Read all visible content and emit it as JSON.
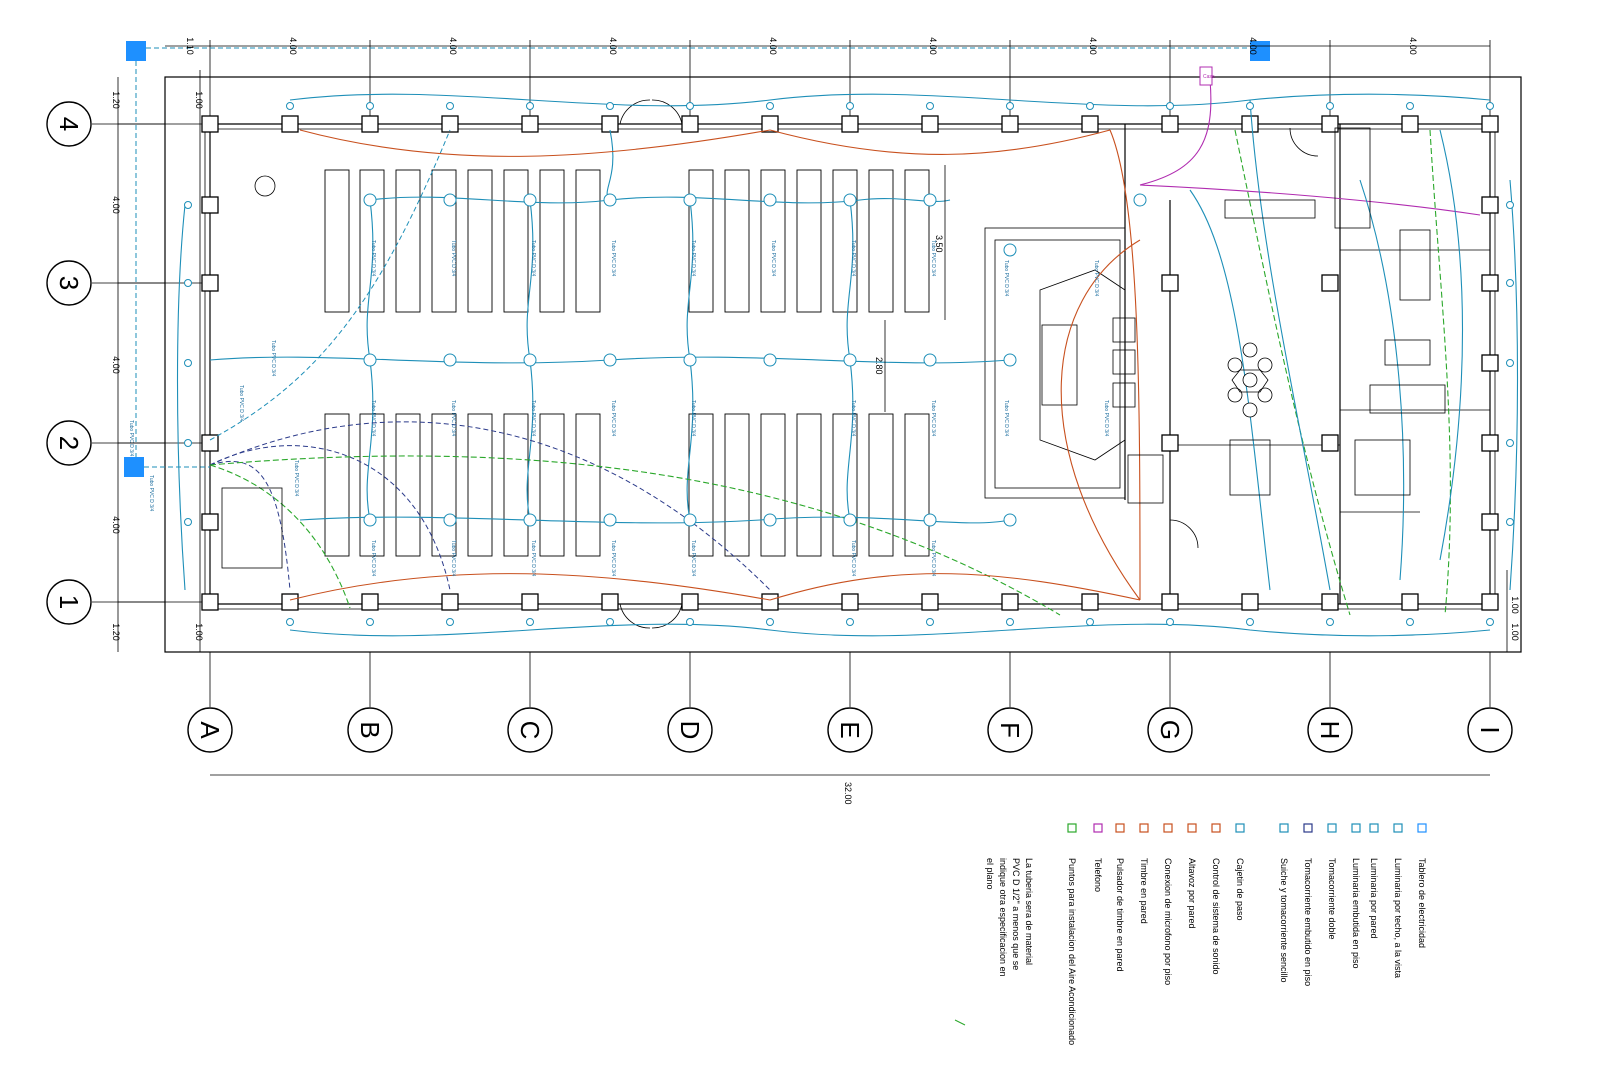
{
  "colors": {
    "cyan": "#1e8fb8",
    "navy": "#2b3a8a",
    "red": "#c8501e",
    "green": "#2ba82b",
    "magenta": "#b02cb0",
    "panel": "#1e90ff"
  },
  "axes_letters": [
    {
      "label": "A"
    },
    {
      "label": "B"
    },
    {
      "label": "C"
    },
    {
      "label": "D"
    },
    {
      "label": "E"
    },
    {
      "label": "F"
    },
    {
      "label": "G"
    },
    {
      "label": "H"
    },
    {
      "label": "I"
    }
  ],
  "axes_numbers": [
    {
      "label": "4"
    },
    {
      "label": "3"
    },
    {
      "label": "2"
    },
    {
      "label": "1"
    }
  ],
  "dims_top": [
    "1.10",
    "4.00",
    "4.00",
    "4.00",
    "4.00",
    "4.00",
    "4.00",
    "4.00",
    "4.00"
  ],
  "dims_left": [
    "1.20",
    "4.00",
    "4.00",
    "4.00",
    "1.20"
  ],
  "dims_inner_left": [
    "1.00",
    "1.00"
  ],
  "dims_right": [
    "1.00",
    "1.00"
  ],
  "dim_total": "32.00",
  "dim_350": "3.50",
  "dim_280": "2.80",
  "legend": [
    {
      "icon": "panel-icon",
      "text": "Tablero de electricidad"
    },
    {
      "icon": "ceiling-light-icon",
      "text": "Luminaria por techo, a la vista"
    },
    {
      "icon": "wall-light-icon",
      "text": "Luminaria por pared"
    },
    {
      "icon": "floor-light-icon",
      "text": "Luminaria embutida en piso"
    },
    {
      "icon": "double-outlet-icon",
      "text": "Tomacorriente doble"
    },
    {
      "icon": "floor-outlet-icon",
      "text": "Tomacorriente embutido en piso"
    },
    {
      "icon": "switch-outlet-icon",
      "text": "Suiche y tomacorriente sencillo"
    },
    {
      "icon": "junction-box-icon",
      "text": "Cajetin de paso"
    },
    {
      "icon": "sound-control-icon",
      "text": "Control de sistema de sonido"
    },
    {
      "icon": "speaker-icon",
      "text": "Altavoz por pared"
    },
    {
      "icon": "microphone-icon",
      "text": "Conexion de microfono por piso"
    },
    {
      "icon": "bell-icon",
      "text": "Timbre en pared"
    },
    {
      "icon": "bell-button-icon",
      "text": "Pulsador de timbre en pared"
    },
    {
      "icon": "phone-icon",
      "text": "Telefono"
    },
    {
      "icon": "ac-icon",
      "text": "Puntos para instalacion del Aire Acondicionado"
    }
  ],
  "note": "La tuberia sera de material PVC D 1/2\" a menos que se indique otra especificacion en el plano",
  "tag_small": "Tubo PVC D 3/4",
  "tag_box": "Casa"
}
